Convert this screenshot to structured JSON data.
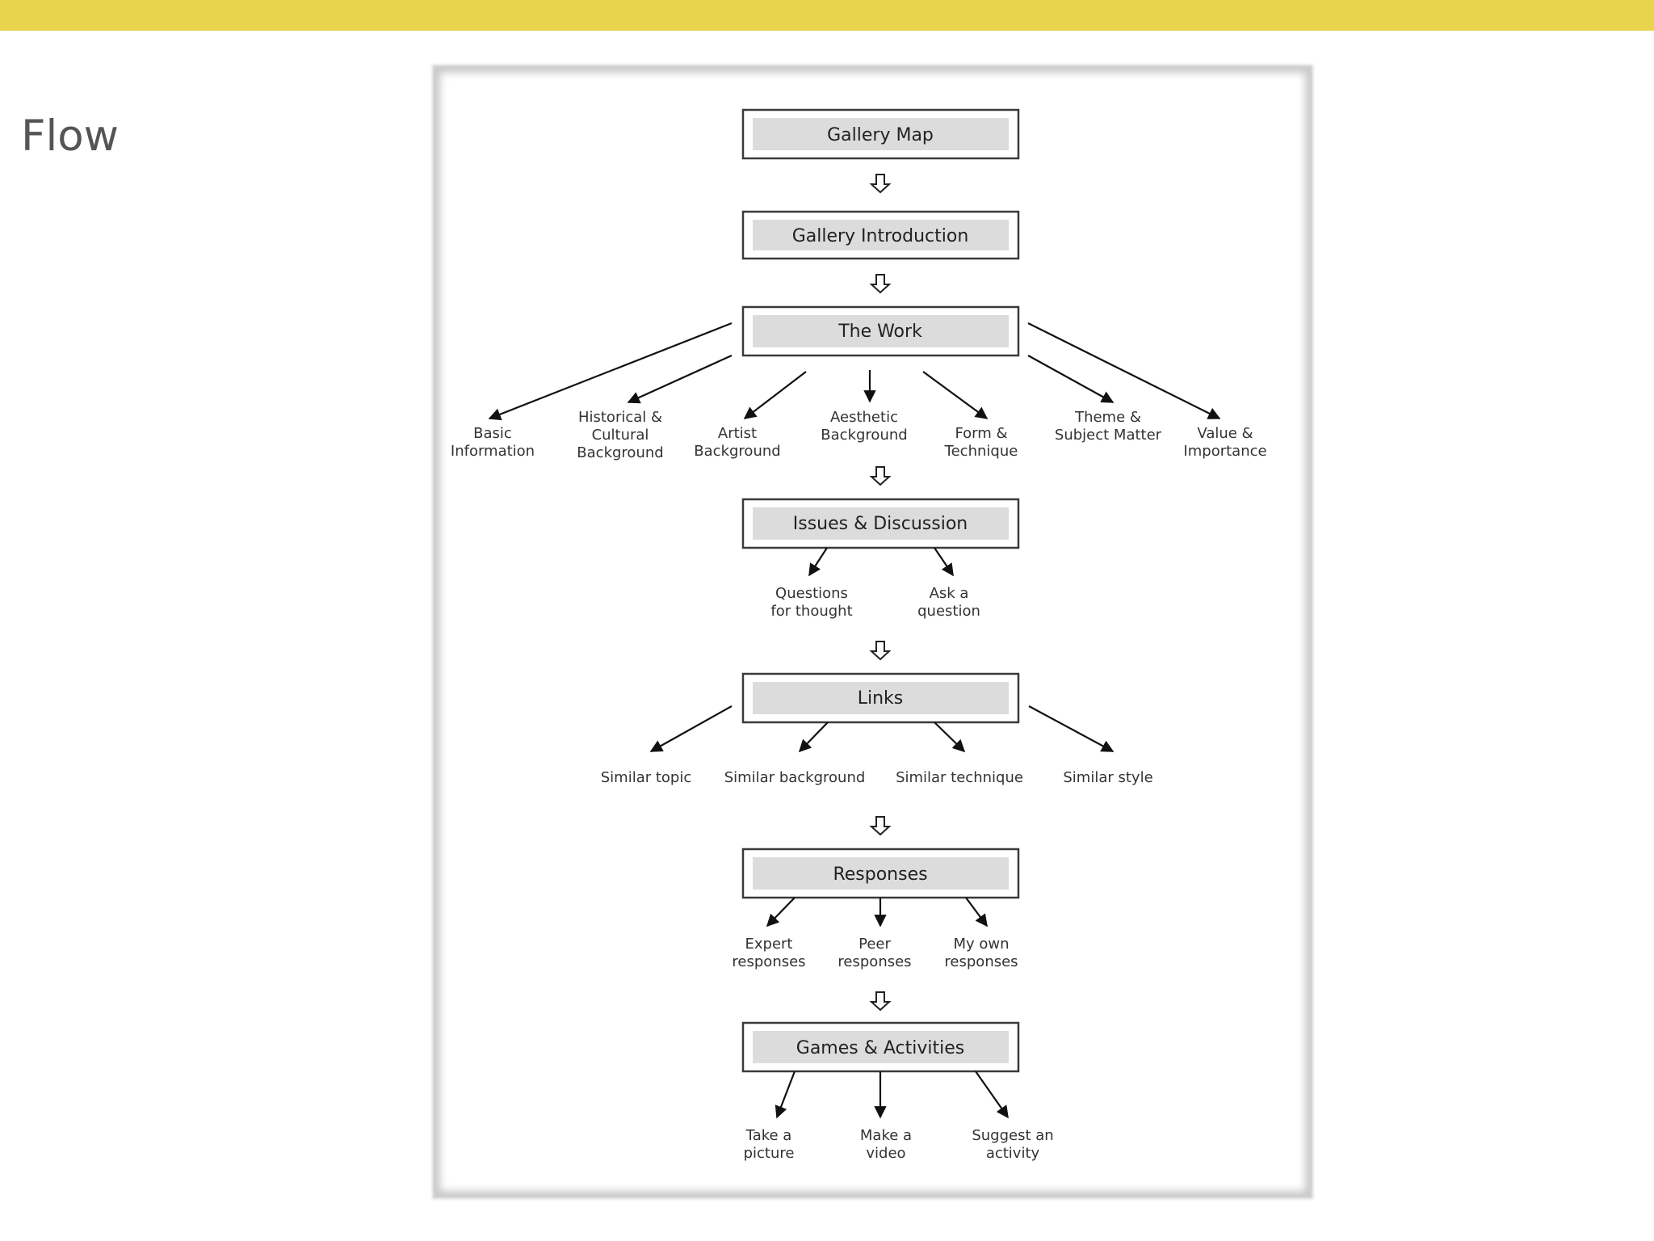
{
  "slide": {
    "title": "Flow"
  },
  "boxes": [
    {
      "id": "gallery-map",
      "label": "Gallery Map"
    },
    {
      "id": "gallery-introduction",
      "label": "Gallery Introduction"
    },
    {
      "id": "the-work",
      "label": "The Work"
    },
    {
      "id": "issues-discussion",
      "label": "Issues & Discussion"
    },
    {
      "id": "links",
      "label": "Links"
    },
    {
      "id": "responses",
      "label": "Responses"
    },
    {
      "id": "games-activities",
      "label": "Games & Activities"
    }
  ],
  "the_work_children": [
    {
      "line1": "Basic",
      "line2": "Information"
    },
    {
      "line1": "Historical &",
      "line2": "Cultural",
      "line3": "Background"
    },
    {
      "line1": "Artist",
      "line2": "Background"
    },
    {
      "line1": "Aesthetic",
      "line2": "Background"
    },
    {
      "line1": "Form &",
      "line2": "Technique"
    },
    {
      "line1": "Theme &",
      "line2": "Subject Matter"
    },
    {
      "line1": "Value &",
      "line2": "Importance"
    }
  ],
  "issues_children": [
    {
      "line1": "Questions",
      "line2": "for thought"
    },
    {
      "line1": "Ask a",
      "line2": "question"
    }
  ],
  "links_children": [
    {
      "line1": "Similar topic"
    },
    {
      "line1": "Similar background"
    },
    {
      "line1": "Similar technique"
    },
    {
      "line1": "Similar style"
    }
  ],
  "responses_children": [
    {
      "line1": "Expert",
      "line2": "responses"
    },
    {
      "line1": "Peer",
      "line2": "responses"
    },
    {
      "line1": "My own",
      "line2": "responses"
    }
  ],
  "games_children": [
    {
      "line1": "Take a",
      "line2": "picture"
    },
    {
      "line1": "Make a",
      "line2": "video"
    },
    {
      "line1": "Suggest an",
      "line2": "activity"
    }
  ],
  "colors": {
    "accent_bar": "#e8d44d",
    "box_fill": "#dcdcdc",
    "title_text": "#555555"
  }
}
